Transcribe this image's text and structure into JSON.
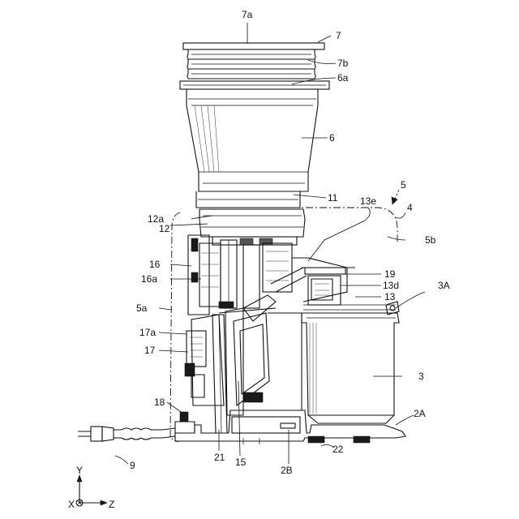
{
  "labels": {
    "l7a": "7a",
    "l7": "7",
    "l7b": "7b",
    "l6a": "6a",
    "l6": "6",
    "l5": "5",
    "l4": "4",
    "l5b": "5b",
    "l11": "11",
    "l13e": "13e",
    "l12a": "12a",
    "l12": "12",
    "l16": "16",
    "l16a": "16a",
    "l19": "19",
    "l13d": "13d",
    "l3A": "3A",
    "l13": "13",
    "l5a": "5a",
    "l17a": "17a",
    "l17": "17",
    "l3": "3",
    "l18": "18",
    "l2A": "2A",
    "l21": "21",
    "l15": "15",
    "l22": "22",
    "l2B": "2B",
    "l9": "9"
  },
  "axes": {
    "y": "Y",
    "z": "Z",
    "x": "X"
  }
}
